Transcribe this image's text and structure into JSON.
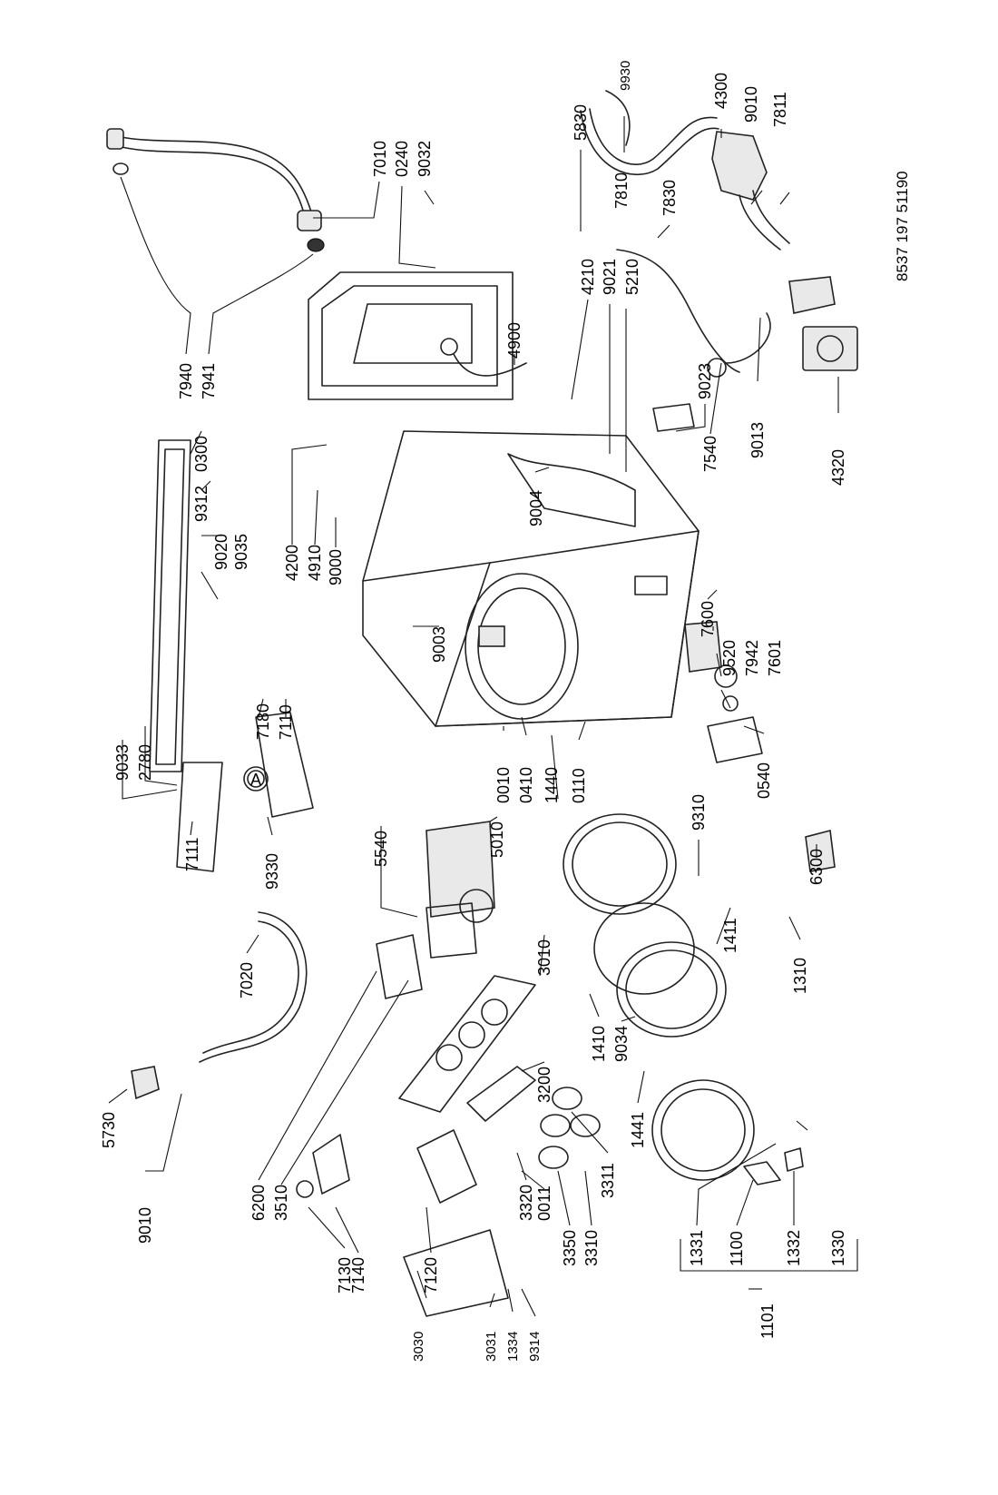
{
  "document": {
    "number": "8537 197 51190",
    "detail_marker": "A"
  },
  "callouts": [
    {
      "id": "7010",
      "label": "7010"
    },
    {
      "id": "0240",
      "label": "0240"
    },
    {
      "id": "9032",
      "label": "9032"
    },
    {
      "id": "7940",
      "label": "7940"
    },
    {
      "id": "7941",
      "label": "7941"
    },
    {
      "id": "5830",
      "label": "5830"
    },
    {
      "id": "9930",
      "label": "9930"
    },
    {
      "id": "4300",
      "label": "4300"
    },
    {
      "id": "9010a",
      "label": "9010"
    },
    {
      "id": "7811",
      "label": "7811"
    },
    {
      "id": "7810",
      "label": "7810"
    },
    {
      "id": "7830",
      "label": "7830"
    },
    {
      "id": "4210",
      "label": "4210"
    },
    {
      "id": "9021",
      "label": "9021"
    },
    {
      "id": "5210",
      "label": "5210"
    },
    {
      "id": "4900",
      "label": "4900"
    },
    {
      "id": "9023",
      "label": "9023"
    },
    {
      "id": "7540",
      "label": "7540"
    },
    {
      "id": "9013",
      "label": "9013"
    },
    {
      "id": "4320",
      "label": "4320"
    },
    {
      "id": "0300",
      "label": "0300"
    },
    {
      "id": "9312",
      "label": "9312"
    },
    {
      "id": "9020",
      "label": "9020"
    },
    {
      "id": "9035",
      "label": "9035"
    },
    {
      "id": "4200",
      "label": "4200"
    },
    {
      "id": "4910",
      "label": "4910"
    },
    {
      "id": "9000",
      "label": "9000"
    },
    {
      "id": "9004",
      "label": "9004"
    },
    {
      "id": "9003",
      "label": "9003"
    },
    {
      "id": "7600",
      "label": "7600"
    },
    {
      "id": "9520",
      "label": "9520"
    },
    {
      "id": "7942",
      "label": "7942"
    },
    {
      "id": "7601",
      "label": "7601"
    },
    {
      "id": "9033",
      "label": "9033"
    },
    {
      "id": "2780",
      "label": "2780"
    },
    {
      "id": "7180",
      "label": "7180"
    },
    {
      "id": "7110",
      "label": "7110"
    },
    {
      "id": "7111",
      "label": "7111"
    },
    {
      "id": "9330",
      "label": "9330"
    },
    {
      "id": "0010",
      "label": "0010"
    },
    {
      "id": "0410",
      "label": "0410"
    },
    {
      "id": "1440",
      "label": "1440"
    },
    {
      "id": "0110",
      "label": "0110"
    },
    {
      "id": "0540",
      "label": "0540"
    },
    {
      "id": "5010",
      "label": "5010"
    },
    {
      "id": "5540",
      "label": "5540"
    },
    {
      "id": "9310",
      "label": "9310"
    },
    {
      "id": "6300",
      "label": "6300"
    },
    {
      "id": "7020",
      "label": "7020"
    },
    {
      "id": "3010",
      "label": "3010"
    },
    {
      "id": "1411",
      "label": "1411"
    },
    {
      "id": "1310",
      "label": "1310"
    },
    {
      "id": "5730",
      "label": "5730"
    },
    {
      "id": "9010b",
      "label": "9010"
    },
    {
      "id": "6200",
      "label": "6200"
    },
    {
      "id": "3510",
      "label": "3510"
    },
    {
      "id": "3200",
      "label": "3200"
    },
    {
      "id": "1410",
      "label": "1410"
    },
    {
      "id": "9034",
      "label": "9034"
    },
    {
      "id": "1441",
      "label": "1441"
    },
    {
      "id": "3311",
      "label": "3311"
    },
    {
      "id": "3320",
      "label": "3320"
    },
    {
      "id": "0011",
      "label": "0011"
    },
    {
      "id": "7130",
      "label": "7130"
    },
    {
      "id": "7140",
      "label": "7140"
    },
    {
      "id": "7120",
      "label": "7120"
    },
    {
      "id": "3350",
      "label": "3350"
    },
    {
      "id": "3310",
      "label": "3310"
    },
    {
      "id": "1331",
      "label": "1331"
    },
    {
      "id": "1100",
      "label": "1100"
    },
    {
      "id": "1332",
      "label": "1332"
    },
    {
      "id": "1330",
      "label": "1330"
    },
    {
      "id": "1101",
      "label": "1101"
    },
    {
      "id": "3030",
      "label": "3030"
    },
    {
      "id": "3031",
      "label": "3031"
    },
    {
      "id": "1334",
      "label": "1334"
    },
    {
      "id": "9314",
      "label": "9314"
    }
  ]
}
